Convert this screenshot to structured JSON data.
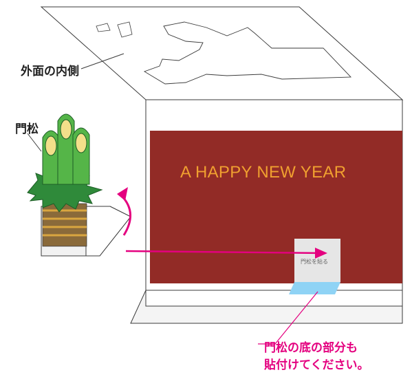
{
  "labels": {
    "inner_surface": "外面の内側",
    "kadomatsu": "門松",
    "base_note_line1": "門松の底の部分も",
    "base_note_line2": "貼付けてください。"
  },
  "card": {
    "greeting": "A HAPPY NEW YEAR",
    "paste_label": "門松を貼る"
  },
  "colors": {
    "panel": "#922b26",
    "greeting": "#f0a030",
    "arrow": "#e4007f",
    "glue_tab": "#8fd3f5",
    "paste_box": "#e6e6e6"
  }
}
